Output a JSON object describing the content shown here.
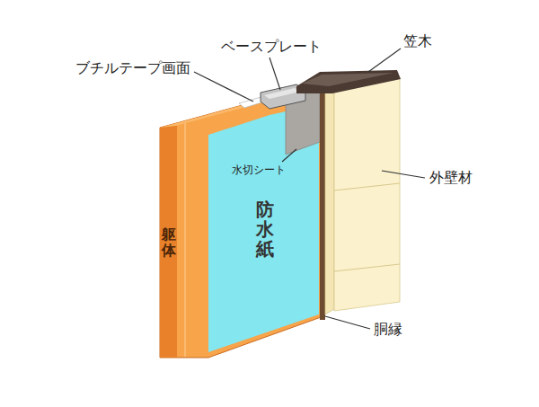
{
  "diagram": {
    "nodes": [
      {
        "text": [
          "躯体"
        ]
      },
      {
        "text": [
          "防水紙"
        ]
      }
    ],
    "labels": [
      "ベースプレート",
      "笠木",
      "ブチルテープ画面",
      "水切シート",
      "外壁材",
      "胴縁"
    ]
  }
}
